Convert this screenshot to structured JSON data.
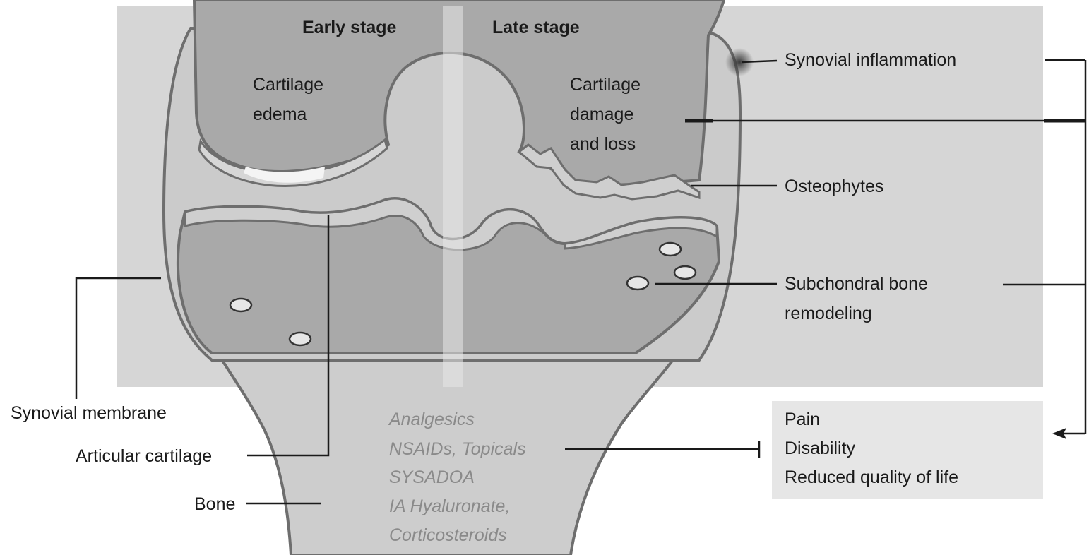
{
  "stages": {
    "early": "Early stage",
    "late": "Late stage"
  },
  "inner_labels": {
    "early_cartilage_line1": "Cartilage",
    "early_cartilage_line2": "edema",
    "late_cartilage_line1": "Cartilage",
    "late_cartilage_line2": "damage",
    "late_cartilage_line3": "and loss"
  },
  "right_labels": {
    "synovial_inflammation": "Synovial inflammation",
    "osteophytes": "Osteophytes",
    "subchondral_line1": "Subchondral bone",
    "subchondral_line2": "remodeling"
  },
  "outcomes": [
    "Pain",
    "Disability",
    "Reduced quality of life"
  ],
  "left_labels": {
    "synovial_membrane": "Synovial membrane",
    "articular_cartilage": "Articular cartilage",
    "bone": "Bone"
  },
  "treatments": [
    "Analgesics",
    "NSAIDs, Topicals",
    "SYSADOA",
    "IA Hyaluronate,",
    "Corticosteroids"
  ],
  "colors": {
    "panel": "#d6d6d6",
    "bone": "#a9a9a9",
    "cartilage": "#cfcfcf",
    "outline": "#6e6e6e",
    "leader": "#1a1a1a",
    "treatment_text": "#8a8a8a"
  }
}
